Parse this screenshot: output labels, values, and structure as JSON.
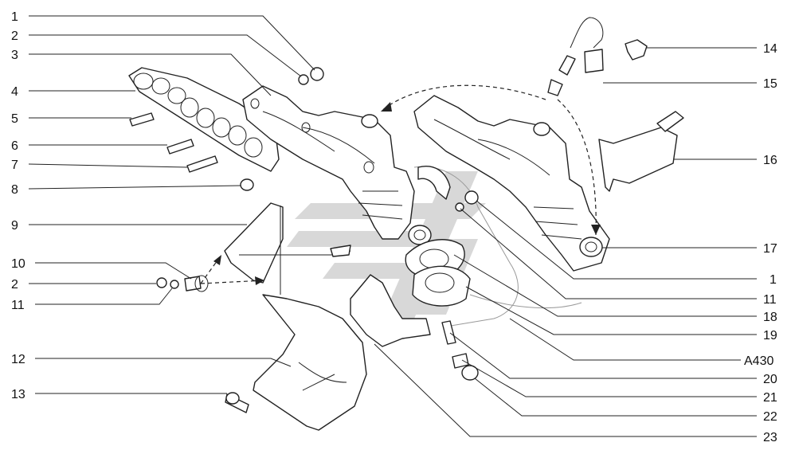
{
  "watermark": {
    "color": "#c8c8c8"
  },
  "callouts": {
    "left": [
      "1",
      "2",
      "3",
      "4",
      "5",
      "6",
      "7",
      "8",
      "9",
      "10",
      "2",
      "11",
      "12",
      "13"
    ],
    "right": [
      "14",
      "15",
      "16",
      "17",
      "1",
      "11",
      "18",
      "19",
      "A430",
      "20",
      "21",
      "22",
      "23"
    ]
  }
}
